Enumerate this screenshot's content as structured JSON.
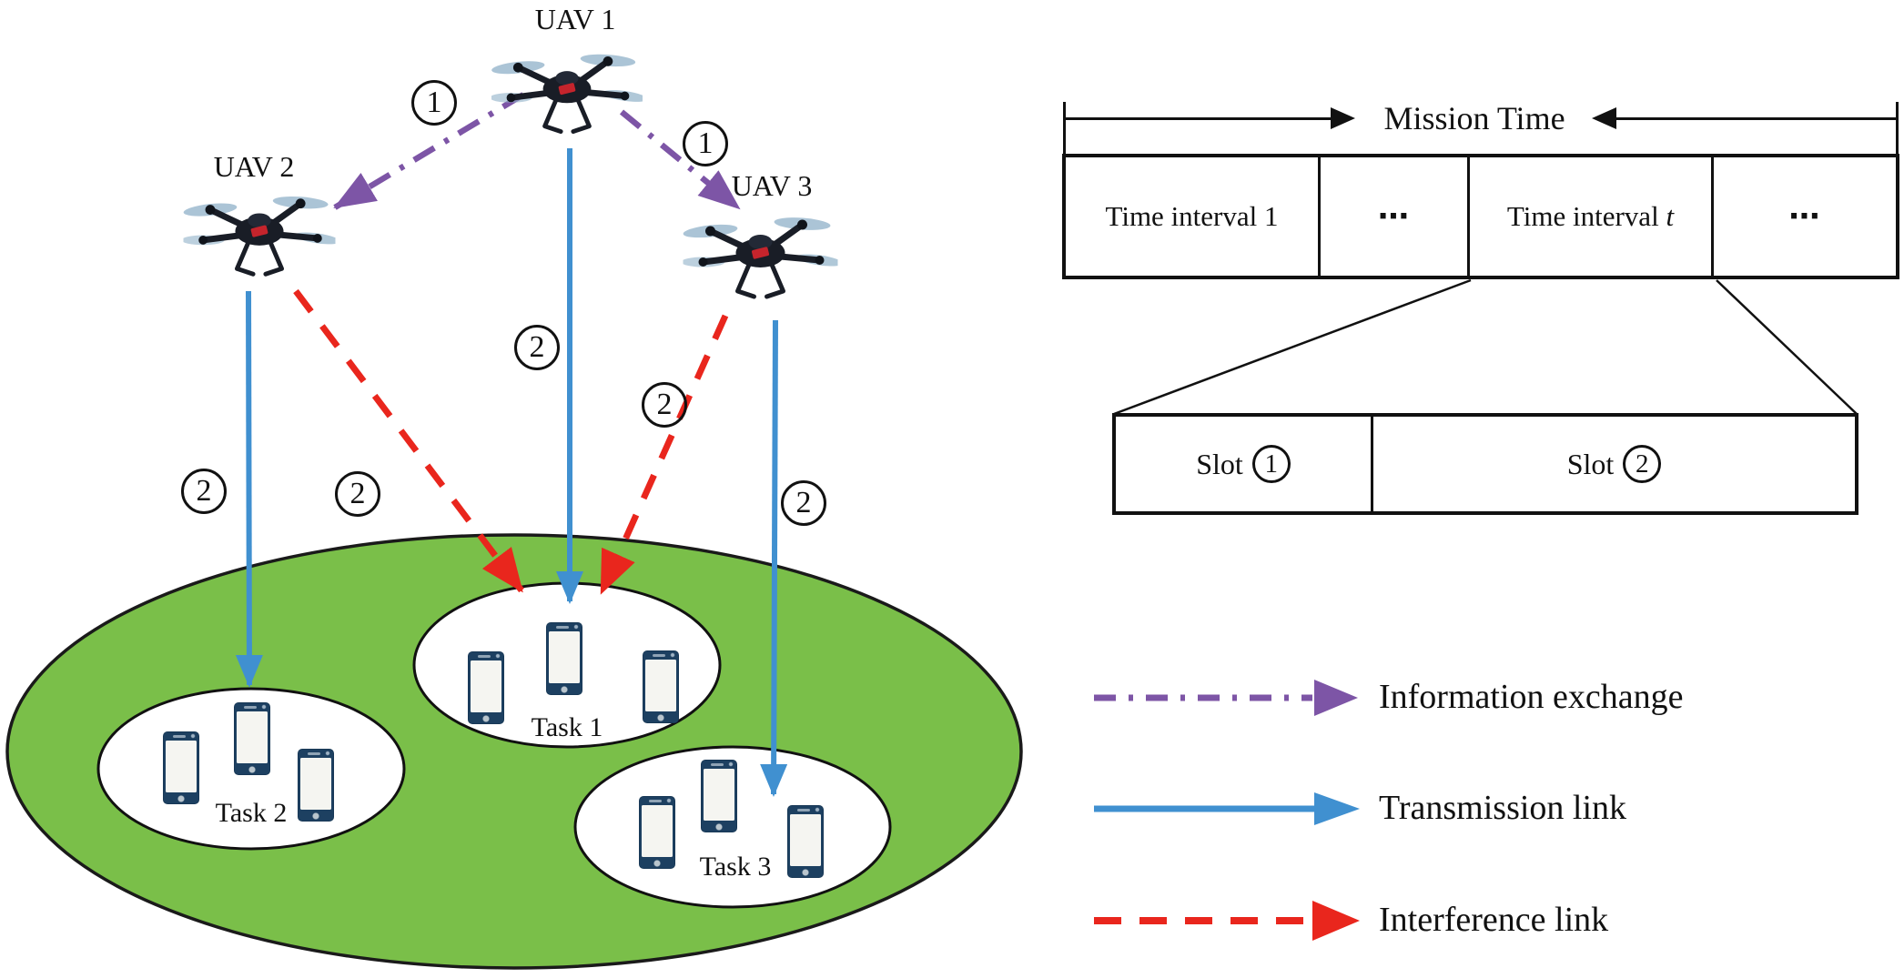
{
  "figure": {
    "uav_labels": [
      "UAV 1",
      "UAV 2",
      "UAV 3"
    ],
    "task_labels": [
      "Task 1",
      "Task 2",
      "Task 3"
    ],
    "step_numbers": {
      "info_exchange": "1",
      "transmission": "2"
    }
  },
  "timeline": {
    "title": "Mission Time",
    "cells": [
      {
        "label": "Time interval 1"
      },
      {
        "label": "⋯"
      },
      {
        "prefix": "Time interval ",
        "italic_var": "t"
      },
      {
        "label": "⋯"
      }
    ],
    "slots": [
      {
        "word": "Slot",
        "num": "1"
      },
      {
        "word": "Slot",
        "num": "2"
      }
    ]
  },
  "legend": {
    "items": [
      {
        "label": "Information exchange",
        "style": "dash-dot"
      },
      {
        "label": "Transmission link",
        "style": "solid"
      },
      {
        "label": "Interference link",
        "style": "dashed"
      }
    ]
  },
  "colors": {
    "ground_green": "#7abf49",
    "transmission_blue": "#4090d0",
    "interference_red": "#e9261d",
    "info_purple": "#7d55a6",
    "phone_navy": "#1d4061"
  }
}
